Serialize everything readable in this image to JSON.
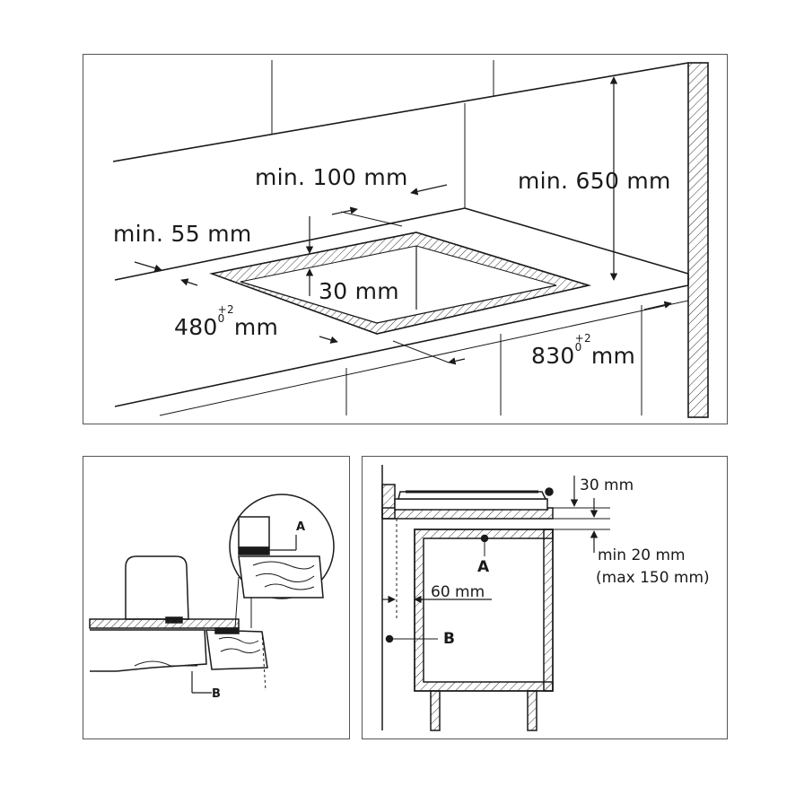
{
  "top_panel": {
    "labels": {
      "min_100": "min. 100 mm",
      "min_650": "min. 650 mm",
      "min_55": "min. 55 mm",
      "depth_30": "30 mm",
      "width_main": "480",
      "width_tol_top": "+2",
      "width_tol_bottom": "0",
      "width_unit": "mm",
      "length_main": "830",
      "length_tol_top": "+2",
      "length_tol_bottom": "0",
      "length_unit": "mm"
    }
  },
  "bottom_left_panel": {
    "labels": {
      "tag_a": "A",
      "tag_b": "B"
    }
  },
  "bottom_right_panel": {
    "labels": {
      "dim_30": "30 mm",
      "min_20": "min 20 mm",
      "max_150": "(max 150 mm)",
      "dim_60": "60 mm",
      "tag_a": "A",
      "tag_b": "B"
    }
  }
}
